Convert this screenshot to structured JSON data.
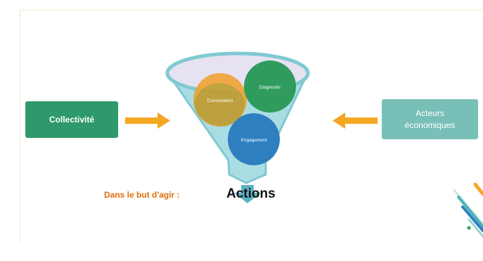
{
  "left_box": {
    "label": "Collectivité"
  },
  "right_box": {
    "line1": "Acteurs",
    "line2": "économiques"
  },
  "funnel_circles": [
    {
      "label": "Concertation"
    },
    {
      "label": "Diagnostic"
    },
    {
      "label": "Engagement"
    }
  ],
  "bottom": {
    "caption": "Dans le but d'agir :",
    "result": "Actions"
  },
  "colors": {
    "left_box": "#2e9a6b",
    "right_box": "#78bfb8",
    "arrow": "#f5a623",
    "funnel": "#aadde3",
    "funnel_rim": "#7fc9d2",
    "concertation": "#f0a02c",
    "diagnostic": "#2f9c5e",
    "engagement": "#2e7fc0",
    "caption": "#e36c0a",
    "down_arrow": "#5bb3c2"
  }
}
